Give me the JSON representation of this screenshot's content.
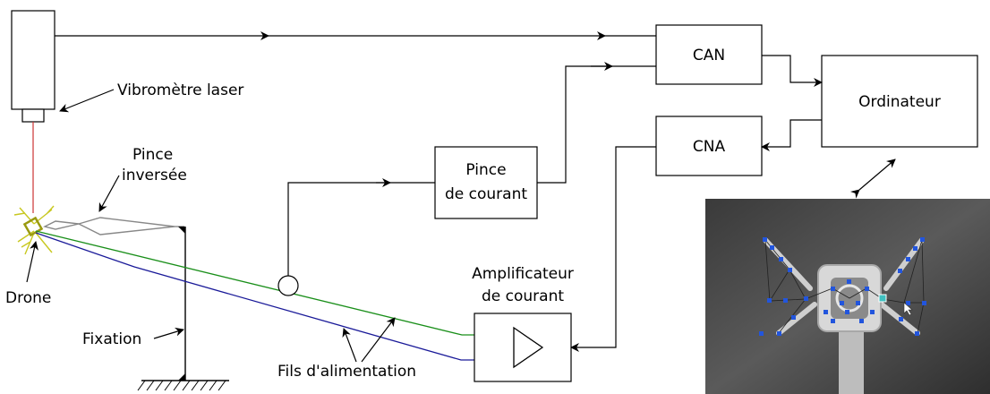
{
  "labels": {
    "laser": "Vibromètre laser",
    "clamp_inverse_1": "Pince",
    "clamp_inverse_2": "inversée",
    "drone": "Drone",
    "fixation": "Fixation",
    "power_wires": "Fils d'alimentation",
    "current_clamp_1": "Pince",
    "current_clamp_2": "de courant",
    "amp_1": "Amplificateur",
    "amp_2": "de courant",
    "adc": "CAN",
    "dac": "CNA",
    "computer": "Ordinateur"
  },
  "colors": {
    "laser_beam": "#cc3333",
    "wire_green": "#1a8f1a",
    "wire_blue": "#1a1a99",
    "clamp_grey": "#888888",
    "drone_olive": "#9a9a10",
    "photo_marker": "#2255dd"
  }
}
